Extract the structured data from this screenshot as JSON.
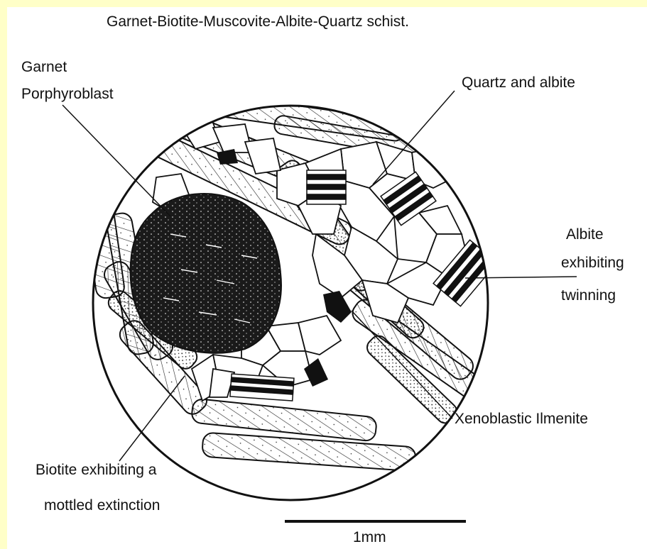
{
  "title": "Garnet-Biotite-Muscovite-Albite-Quartz schist.",
  "labels": {
    "garnet_line1": "Garnet",
    "garnet_line2": "Porphyroblast",
    "quartz_albite": "Quartz and albite",
    "albite_line1": "Albite",
    "albite_line2": "exhibiting",
    "albite_line3": "twinning",
    "ilmenite": "Xenoblastic Ilmenite",
    "biotite_line1": "Biotite exhibiting a",
    "biotite_line2": "mottled extinction"
  },
  "scale_bar": {
    "label": "1mm"
  },
  "colors": {
    "page_border": "#ffffc8",
    "panel": "#ffffff",
    "ink": "#111111"
  }
}
